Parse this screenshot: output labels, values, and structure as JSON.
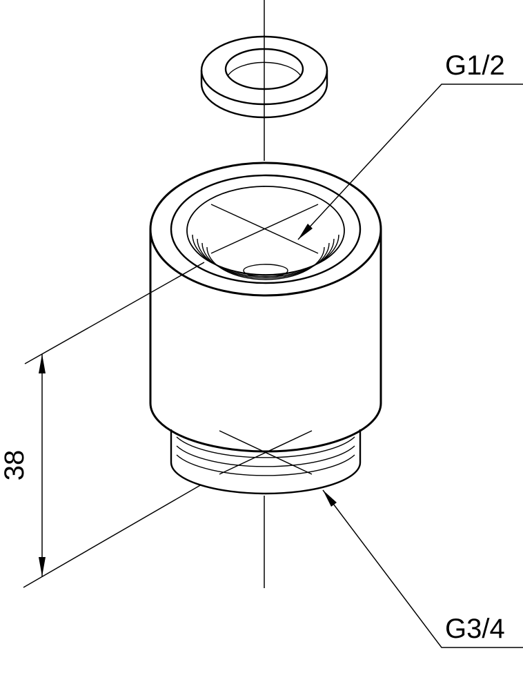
{
  "drawing": {
    "labels": {
      "top_thread": "G1/2",
      "bottom_thread": "G3/4",
      "height_dimension": "38"
    },
    "colors": {
      "line": "#000000",
      "background": "#ffffff"
    }
  }
}
